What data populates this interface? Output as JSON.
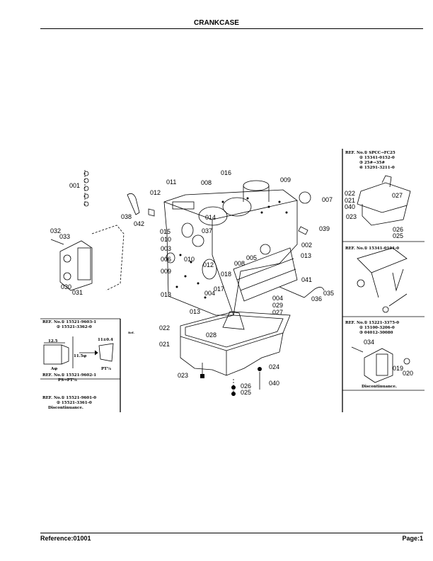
{
  "header": {
    "title": "CRANKCASE"
  },
  "footer": {
    "reference": "Reference:01001",
    "page": "Page:1"
  },
  "callouts": {
    "c001": "001",
    "c011": "011",
    "c008a": "008",
    "c016": "016",
    "c009a": "009",
    "c012a": "012",
    "c007": "007",
    "c038": "038",
    "c042": "042",
    "c014": "014",
    "c037": "037",
    "c015": "015",
    "c039": "039",
    "c032": "032",
    "c033": "033",
    "c010a": "010",
    "c002": "002",
    "c003": "003",
    "c005": "005",
    "c013a": "013",
    "c006": "006",
    "c010b": "010",
    "c012b": "012",
    "c008b": "008",
    "c018": "018",
    "c009b": "009",
    "c041": "041",
    "c030": "030",
    "c031": "031",
    "c035": "035",
    "c017": "017",
    "c004a": "004",
    "c036": "036",
    "c013b": "013",
    "c004b": "004",
    "c029": "029",
    "c013c": "013",
    "c027": "027",
    "c022": "022",
    "c028": "028",
    "c021": "021",
    "c024": "024",
    "c023": "023",
    "c040": "040",
    "c026": "026",
    "c025": "025"
  },
  "right_panel": {
    "oil_pan": {
      "ref_lines": [
        "REF. No.① SPCC→FC25",
        "② 15341-0152-0",
        "③ 25#→35#",
        "④ 15291-3211-0"
      ],
      "callouts": {
        "c022": "022",
        "c021": "021",
        "c040": "040",
        "c027": "027",
        "c023": "023",
        "c026": "026",
        "c025": "025"
      }
    },
    "block": {
      "ref_lines": [
        "REF. No.① 15341-0101-0"
      ]
    },
    "cover": {
      "ref_lines": [
        "REF. No.① 15221-3375-0",
        "② 15100-3206-0",
        "③ 04012-30080"
      ],
      "callouts": {
        "c034": "034",
        "c019": "019",
        "c020": "020"
      },
      "note": "Discontinuance."
    }
  },
  "left_panel": {
    "ref_top": [
      "REF. No.① 15521-9603-1",
      "② 15521-3362-0"
    ],
    "dims": {
      "d1": "12.5",
      "d2": "11±0.4",
      "d3": "11.5φ",
      "a": "Aφ",
      "pt": "PT⅛"
    },
    "ref_mid": [
      "REF. No.① 15521-9602-1",
      "PS→PT⅛"
    ],
    "ref_bot": [
      "REF. No.① 15521-9601-0",
      "② 15521-3361-0"
    ],
    "note": "Discontinuance.",
    "stray": "Ref."
  }
}
